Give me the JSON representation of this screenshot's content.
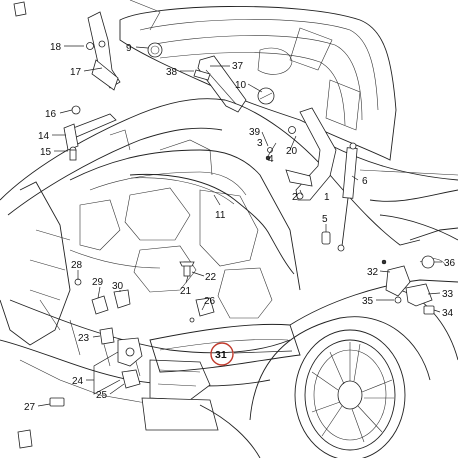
{
  "diagram": {
    "callouts": [
      {
        "id": "c1",
        "label": "1"
      },
      {
        "id": "c2",
        "label": "2"
      },
      {
        "id": "c3",
        "label": "3"
      },
      {
        "id": "c4",
        "label": "4"
      },
      {
        "id": "c5",
        "label": "5"
      },
      {
        "id": "c6",
        "label": "6"
      },
      {
        "id": "c9",
        "label": "9"
      },
      {
        "id": "c10",
        "label": "10"
      },
      {
        "id": "c11",
        "label": "11"
      },
      {
        "id": "c14",
        "label": "14"
      },
      {
        "id": "c15",
        "label": "15"
      },
      {
        "id": "c16",
        "label": "16"
      },
      {
        "id": "c17",
        "label": "17"
      },
      {
        "id": "c18",
        "label": "18"
      },
      {
        "id": "c20",
        "label": "20"
      },
      {
        "id": "c21",
        "label": "21"
      },
      {
        "id": "c22",
        "label": "22"
      },
      {
        "id": "c23",
        "label": "23"
      },
      {
        "id": "c24",
        "label": "24"
      },
      {
        "id": "c25",
        "label": "25"
      },
      {
        "id": "c26",
        "label": "26"
      },
      {
        "id": "c27",
        "label": "27"
      },
      {
        "id": "c28",
        "label": "28"
      },
      {
        "id": "c29",
        "label": "29"
      },
      {
        "id": "c30",
        "label": "30"
      },
      {
        "id": "c31",
        "label": "31"
      },
      {
        "id": "c32",
        "label": "32"
      },
      {
        "id": "c33",
        "label": "33"
      },
      {
        "id": "c34",
        "label": "34"
      },
      {
        "id": "c35",
        "label": "35"
      },
      {
        "id": "c36",
        "label": "36"
      },
      {
        "id": "c37",
        "label": "37"
      },
      {
        "id": "c38",
        "label": "38"
      },
      {
        "id": "c39",
        "label": "39"
      }
    ],
    "highlight_color": "#c0392b"
  }
}
